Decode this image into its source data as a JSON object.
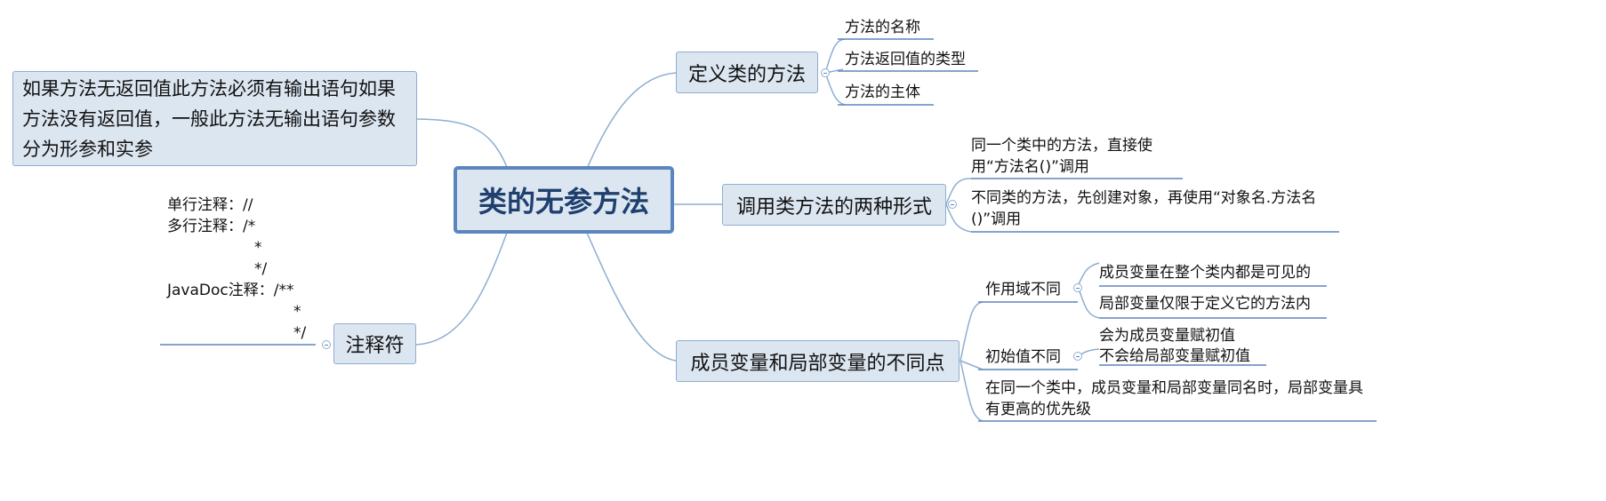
{
  "central": {
    "label": "类的无参方法"
  },
  "note_box": {
    "text": "如果方法无返回值此方法必须有输出语句如果方法没有返回值，一般此方法无输出语句参数分为形参和实参"
  },
  "comment": {
    "label": "注释符",
    "lines": [
      "单行注释：//",
      "多行注释：/*",
      "*",
      "*/",
      "JavaDoc注释：/**",
      "*",
      "*/"
    ]
  },
  "branches": {
    "define": {
      "label": "定义类的方法",
      "children": [
        "方法的名称",
        "方法返回值的类型",
        "方法的主体"
      ]
    },
    "call": {
      "label": "调用类方法的两种形式",
      "children": [
        "同一个类中的方法，直接使用“方法名()”调用",
        "不同类的方法，先创建对象，再使用“对象名.方法名()”调用"
      ]
    },
    "diff": {
      "label": "成员变量和局部变量的不同点",
      "scope": {
        "label": "作用域不同",
        "children": [
          "成员变量在整个类内都是可见的",
          "局部变量仅限于定义它的方法内"
        ]
      },
      "init": {
        "label": "初始值不同",
        "children": [
          "会为成员变量赋初值",
          "不会给局部变量赋初值"
        ]
      },
      "priority": "在同一个类中，成员变量和局部变量同名时，局部变量具有更高的优先级"
    }
  },
  "colors": {
    "line": "#8eaed0",
    "box_fill": "#dce6f1",
    "central_border": "#5b86bd",
    "underline": "#5b86bd"
  }
}
